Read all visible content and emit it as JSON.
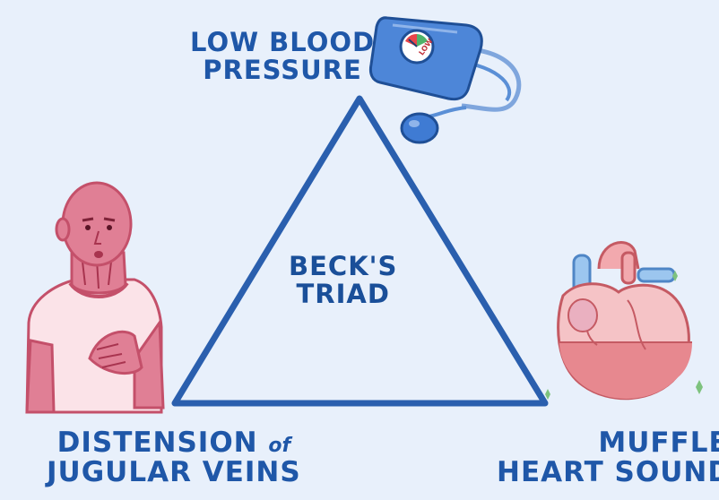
{
  "labels": {
    "top": {
      "line1": "LOW BLOOD",
      "line2": "PRESSURE"
    },
    "center": {
      "line1": "BECK'S",
      "line2": "TRIAD"
    },
    "left": {
      "line1_a": "DISTENSION ",
      "line1_b": "of",
      "line2": "JUGULAR VEINS"
    },
    "right": {
      "line1": "MUFFLED",
      "line2": "HEART SOUNDS"
    }
  },
  "gauge": {
    "text": "LOW"
  },
  "colors": {
    "background": "#e8f0fb",
    "text": "#1f57a8",
    "triangle": "#2a5fae",
    "person": "#cf5f79",
    "heart": "#e7888f",
    "cuff": "#3f7bd3"
  },
  "icons": [
    "blood-pressure-cuff-icon",
    "person-hand-on-chest-icon",
    "heart-icon"
  ]
}
